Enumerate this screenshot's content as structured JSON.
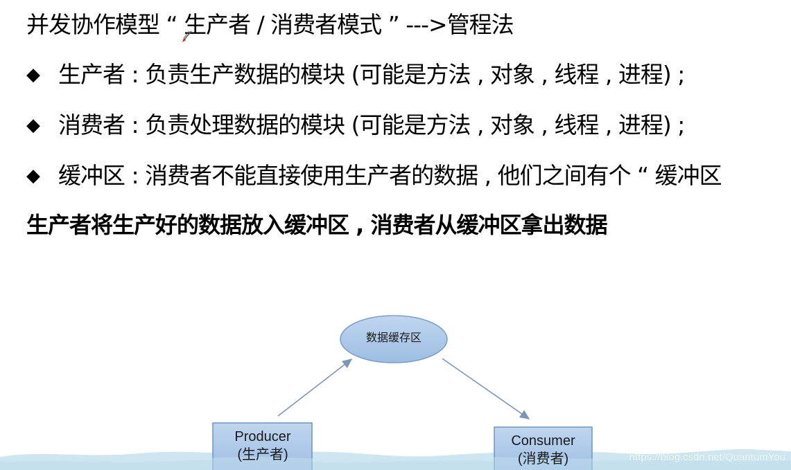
{
  "slide": {
    "title": "并发协作模型 “ 生产者 / 消费者模式 ” --->管程法",
    "bullet_icon": "diamond-bullet-icon",
    "bullets": [
      {
        "term": "生产者",
        "text": " : 负责生产数据的模块 (可能是方法 , 对象 , 线程 , 进程) ;"
      },
      {
        "term": "消费者",
        "text": " : 负责处理数据的模块 (可能是方法 , 对象 , 线程 , 进程) ;"
      },
      {
        "term": "缓冲区",
        "text": " : 消费者不能直接使用生产者的数据 , 他们之间有个 “ 缓冲区"
      }
    ],
    "summary": "生产者将生产好的数据放入缓冲区 , 消费者从缓冲区拿出数据"
  },
  "diagram": {
    "buffer_label": "数据缓存区",
    "producer": {
      "label": "Producer",
      "sublabel": "(生产者)"
    },
    "consumer": {
      "label": "Consumer",
      "sublabel": "(消费者)"
    },
    "colors": {
      "node_fill": "#a9c6e8",
      "node_stroke": "#6f93bd",
      "arrow": "#7d95b3",
      "wave": "#c7e4ef"
    }
  },
  "watermark": "https://blog.csdn.net/QuantumYou"
}
